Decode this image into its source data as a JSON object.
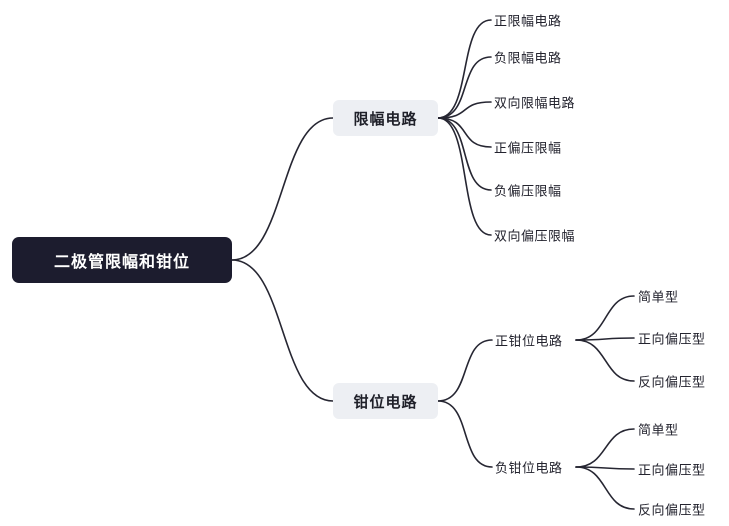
{
  "root": {
    "label": "二极管限幅和钳位"
  },
  "limiting": {
    "label": "限幅电路",
    "children": [
      "正限幅电路",
      "负限幅电路",
      "双向限幅电路",
      "正偏压限幅",
      "负偏压限幅",
      "双向偏压限幅"
    ]
  },
  "clamping": {
    "label": "钳位电路",
    "positive": {
      "label": "正钳位电路",
      "children": [
        "简单型",
        "正向偏压型",
        "反向偏压型"
      ]
    },
    "negative": {
      "label": "负钳位电路",
      "children": [
        "简单型",
        "正向偏压型",
        "反向偏压型"
      ]
    }
  },
  "colors": {
    "background": "#ffffff",
    "root_bg": "#1c1c2e",
    "root_text": "#ffffff",
    "branch_bg": "#edeff3",
    "branch_text": "#1f2029",
    "leaf_text": "#23232e",
    "line": "#262632"
  }
}
